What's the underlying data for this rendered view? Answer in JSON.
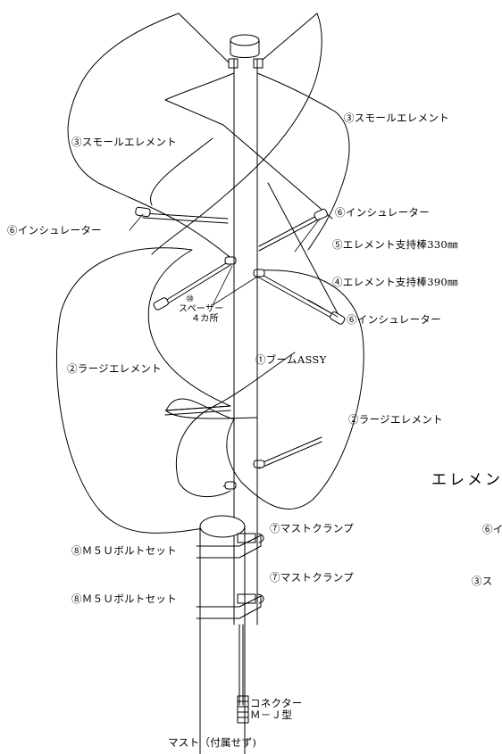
{
  "labels": {
    "small_element_right": "③スモールエレメント",
    "small_element_left": "③スモールエレメント",
    "insulator_right_upper": "⑥インシュレーター",
    "insulator_left": "⑥インシュレーター",
    "support_330": "⑤エレメント支持棒330㎜",
    "support_390": "④エレメント支持棒390㎜",
    "spacer_number": "⑩",
    "spacer_line1": "スペーサー",
    "spacer_line2": "４カ所",
    "insulator_right_lower": "⑥インシュレーター",
    "boom_assy": "①ブームASSY",
    "large_element_left": "②ラージエレメント",
    "large_element_right": "②ラージエレメント",
    "side_heading": "エレメン",
    "mast_clamp_upper": "⑦マストクランプ",
    "bolt_set_upper": "⑧Ｍ５Ｕボルトセット",
    "side_item_6": "⑥イ",
    "mast_clamp_lower": "⑦マストクランプ",
    "bolt_set_lower": "⑧Ｍ５Ｕボルトセット",
    "side_item_3": "③ス",
    "connector_line1": "コネクター",
    "connector_line2": "Ｍ－Ｊ型",
    "mast_note": "マスト（付属せず)"
  },
  "colors": {
    "line": "#000000",
    "background": "#ffffff"
  }
}
